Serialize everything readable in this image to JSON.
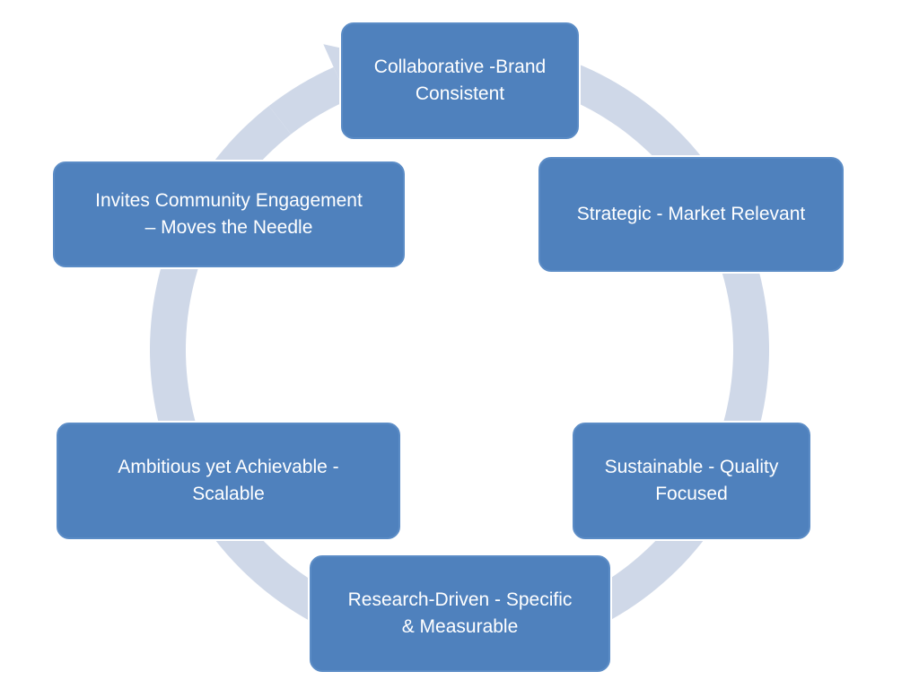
{
  "diagram": {
    "type": "cycle",
    "colors": {
      "node_fill": "#4f81bd",
      "node_text": "#ffffff",
      "ring": "#cfd8e8",
      "background": "#ffffff"
    },
    "nodes": [
      {
        "label": "Collaborative -Brand\nConsistent"
      },
      {
        "label": "Strategic  -  Market Relevant"
      },
      {
        "label": "Sustainable - Quality\nFocused"
      },
      {
        "label": "Research-Driven -  Specific\n& Measurable"
      },
      {
        "label": "Ambitious yet Achievable -\nScalable"
      },
      {
        "label": "Invites Community Engagement\n– Moves the Needle"
      }
    ],
    "arrow": {
      "direction": "clockwise",
      "icon": "curved-arrow-icon"
    }
  }
}
